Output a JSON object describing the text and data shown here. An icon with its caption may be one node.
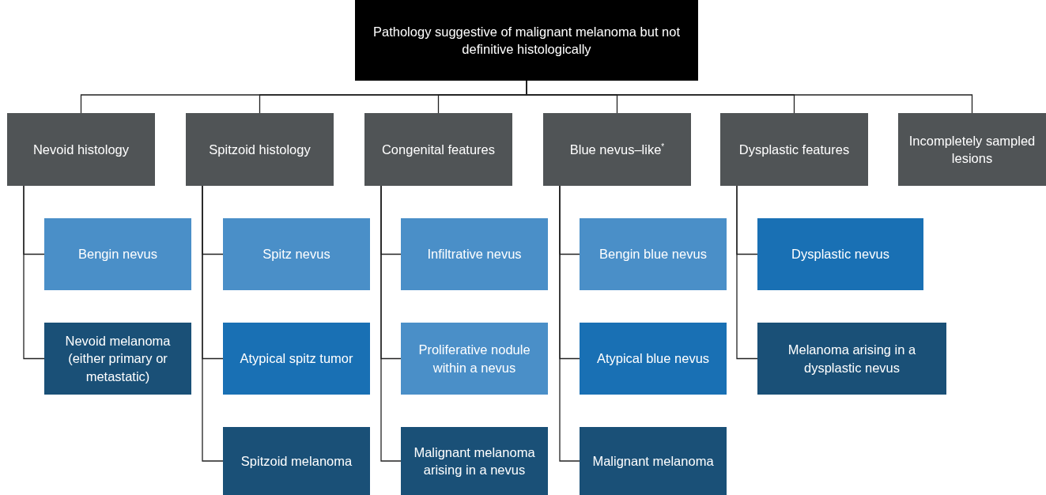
{
  "diagram": {
    "nodes": [
      {
        "text": [
          "Pathology suggestive of malignant melanoma but not definitive histologically"
        ]
      },
      {
        "text": [
          "Nevoid histology"
        ]
      },
      {
        "text": [
          "Spitzoid histology"
        ]
      },
      {
        "text": [
          "Congenital features"
        ]
      },
      {
        "text": [
          "Blue nevus–like$^{*}$"
        ]
      },
      {
        "text": [
          "Dysplastic features"
        ]
      },
      {
        "text": [
          "Incompletely sampled lesions"
        ]
      },
      {
        "text": [
          "Bengin nevus"
        ]
      },
      {
        "text": [
          "Nevoid melanoma (either primary or metastatic)"
        ]
      },
      {
        "text": [
          "Spitz nevus"
        ]
      },
      {
        "text": [
          "Atypical spitz tumor"
        ]
      },
      {
        "text": [
          "Spitzoid melanoma"
        ]
      },
      {
        "text": [
          "Infiltrative nevus"
        ]
      },
      {
        "text": [
          "Proliferative nodule within a nevus"
        ]
      },
      {
        "text": [
          "Malignant melanoma arising in a nevus"
        ]
      },
      {
        "text": [
          "Bengin blue nevus"
        ]
      },
      {
        "text": [
          "Atypical blue nevus"
        ]
      },
      {
        "text": [
          "Malignant melanoma"
        ]
      },
      {
        "text": [
          "Dysplastic nevus"
        ]
      },
      {
        "text": [
          "Melanoma arising in a dysplastic nevus"
        ]
      }
    ],
    "edges": [
      {
        "from": 0,
        "to": 1,
        "arrow": "none"
      },
      {
        "from": 0,
        "to": 2,
        "arrow": "none"
      },
      {
        "from": 0,
        "to": 3,
        "arrow": "none"
      },
      {
        "from": 0,
        "to": 4,
        "arrow": "none"
      },
      {
        "from": 0,
        "to": 5,
        "arrow": "none"
      },
      {
        "from": 0,
        "to": 6,
        "arrow": "none"
      },
      {
        "from": 1,
        "to": 7,
        "arrow": "none"
      },
      {
        "from": 1,
        "to": 8,
        "arrow": "none"
      },
      {
        "from": 2,
        "to": 9,
        "arrow": "none"
      },
      {
        "from": 2,
        "to": 10,
        "arrow": "none"
      },
      {
        "from": 2,
        "to": 11,
        "arrow": "none"
      },
      {
        "from": 3,
        "to": 12,
        "arrow": "none"
      },
      {
        "from": 3,
        "to": 13,
        "arrow": "none"
      },
      {
        "from": 3,
        "to": 14,
        "arrow": "none"
      },
      {
        "from": 4,
        "to": 15,
        "arrow": "none"
      },
      {
        "from": 4,
        "to": 16,
        "arrow": "none"
      },
      {
        "from": 4,
        "to": 17,
        "arrow": "none"
      },
      {
        "from": 5,
        "to": 18,
        "arrow": "none"
      },
      {
        "from": 5,
        "to": 19,
        "arrow": "none"
      }
    ]
  }
}
